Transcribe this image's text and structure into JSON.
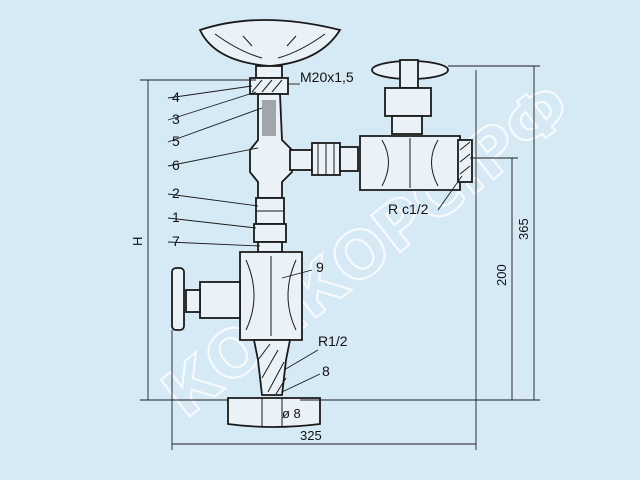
{
  "part_numbers": [
    "4",
    "3",
    "5",
    "6",
    "2",
    "1",
    "7",
    "9",
    "8"
  ],
  "thread_labels": {
    "top": "M20x1,5",
    "right": "R c1/2",
    "bottom": "R1/2"
  },
  "dimensions": {
    "height": "H",
    "width": "325",
    "mid_height": "200",
    "right_height": "365",
    "diameter": "ø 8"
  },
  "watermark": "КОНКОРС.РФ"
}
